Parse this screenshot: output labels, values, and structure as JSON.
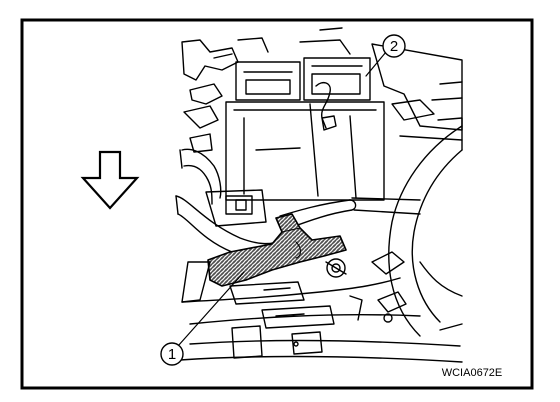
{
  "callouts": [
    {
      "number": "1"
    },
    {
      "number": "2"
    }
  ],
  "figure_code": "WCIA0672E",
  "colors": {
    "line": "#000000",
    "background": "#ffffff",
    "hatch": "#5a5a5a"
  },
  "icons": {
    "direction_arrow": "arrow-down-icon"
  }
}
